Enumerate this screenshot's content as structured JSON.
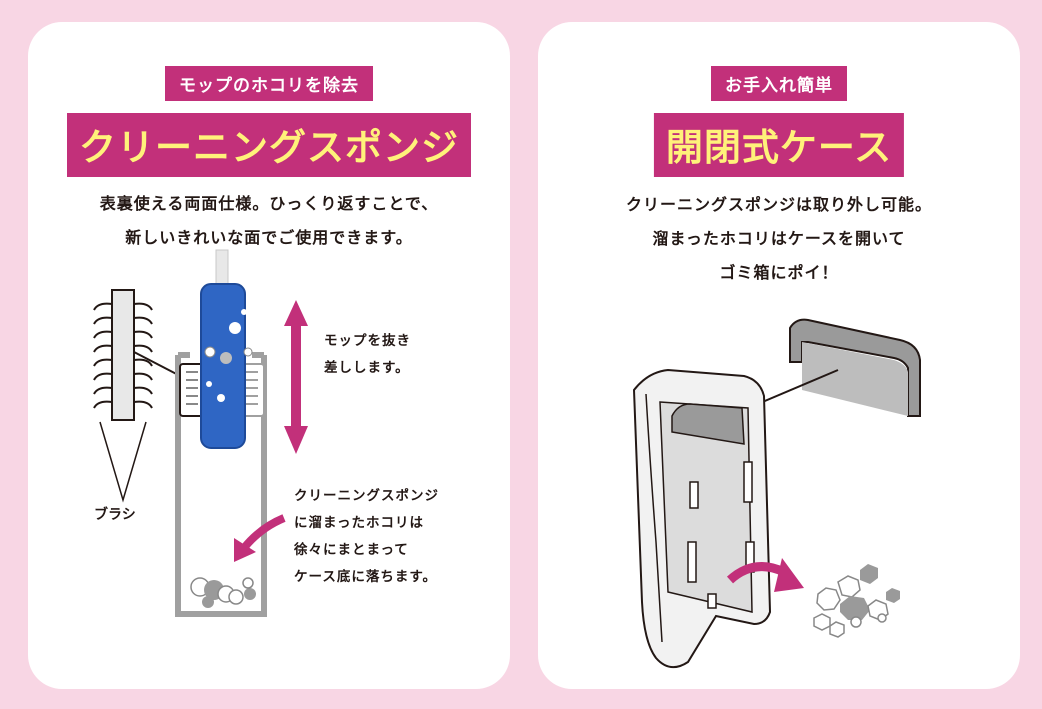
{
  "left_panel": {
    "subtitle": "モップのホコリを除去",
    "title": "クリーニングスポンジ",
    "description": [
      "表裏使える両面仕様。ひっくり返すことで、",
      "新しいきれいな面でご使用できます。"
    ],
    "mop_note": [
      "モップを抜き",
      "差しします。"
    ],
    "dust_note": [
      "クリーニングスポンジ",
      "に溜まったホコリは",
      "徐々にまとまって",
      "ケース底に落ちます。"
    ],
    "brush_label": "ブラシ"
  },
  "right_panel": {
    "subtitle": "お手入れ簡単",
    "title": "開閉式ケース",
    "description": [
      "クリーニングスポンジは取り外し可能。",
      "溜まったホコリはケースを開いて",
      "ゴミ箱にポイ！"
    ]
  },
  "colors": {
    "background": "#f8d6e4",
    "accent": "#c2307a",
    "title_text": "#fff27a",
    "mop_blue": "#2f66c4",
    "case_gray": "#8c8c8c"
  }
}
